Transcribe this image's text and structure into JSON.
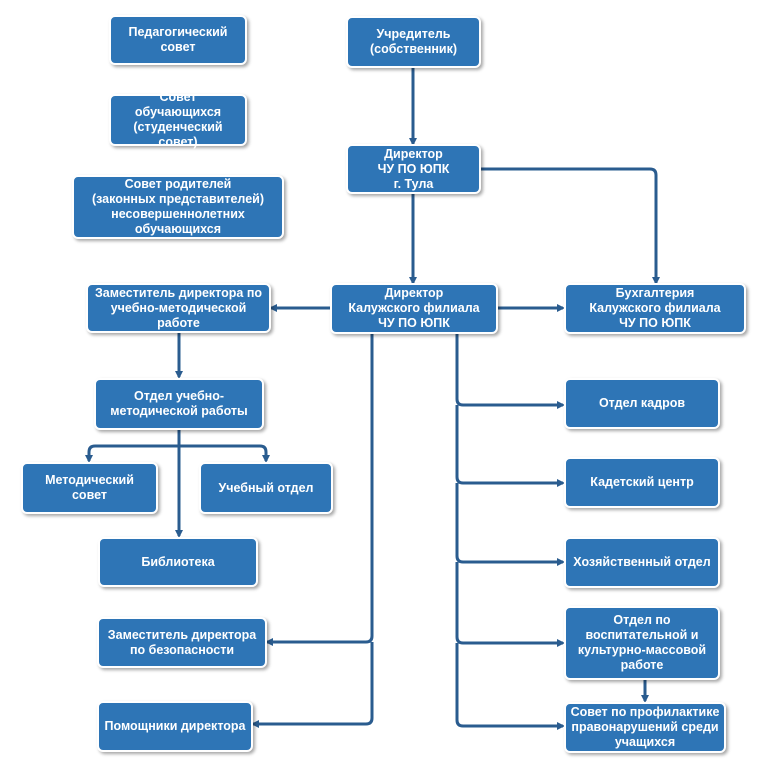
{
  "colors": {
    "node_fill": "#2e75b6",
    "connector": "#2a5c8f",
    "background": "#ffffff"
  },
  "nodes": {
    "ped_council": "Педагогический\nсовет",
    "student_council": "Совет обучающихся\n(студенческий\nсовет)",
    "parent_council": "Совет родителей\n(законных представителей)\nнесовершеннолетних\nобучающихся",
    "founder": "Учредитель\n(собственник)",
    "director_tula": "Директор\nЧУ ПО ЮПК\nг. Тула",
    "director_kaluga": "Директор\nКалужского филиала\nЧУ ПО ЮПК",
    "accounting": "Бухгалтерия\nКалужского филиала\nЧУ ПО ЮПК",
    "deputy_edu": "Заместитель директора по\nучебно-методической\nработе",
    "edu_method_dept": "Отдел учебно-\nметодической работы",
    "method_council": "Методический совет",
    "study_dept": "Учебный отдел",
    "library": "Библиотека",
    "deputy_security": "Заместитель директора\nпо безопасности",
    "assistants": "Помощники директора",
    "hr": "Отдел кадров",
    "cadet": "Кадетский центр",
    "household": "Хозяйственный отдел",
    "education_culture": "Отдел по\nвоспитательной и\nкультурно-массовой\nработе",
    "prevention": "Совет по профилактике\nправонарушений среди\nучащихся"
  }
}
